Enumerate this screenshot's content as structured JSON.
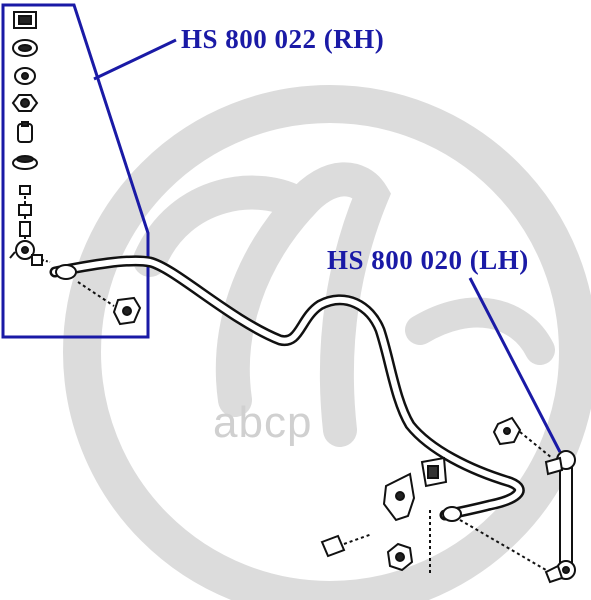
{
  "callouts": {
    "rh_part_number": "HS 800 022 (RH)",
    "lh_part_number": "HS 800 020 (LH)"
  },
  "watermark": {
    "text": "abcp"
  },
  "colors": {
    "callout": "#1a1aa6",
    "drawing": "#111111",
    "watermark": "#d9d9d9",
    "background": "#ffffff"
  }
}
